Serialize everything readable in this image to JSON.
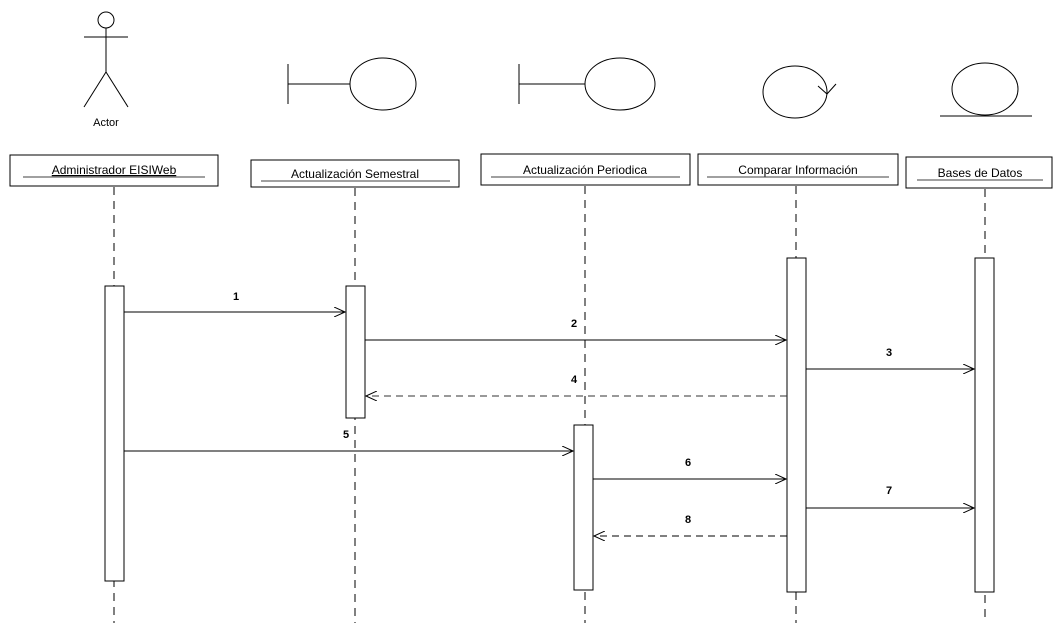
{
  "actor_caption": "Actor",
  "lifelines": [
    {
      "label": "Administrador EISIWeb",
      "stereotype": "actor-icon"
    },
    {
      "label": "Actualización Semestral",
      "stereotype": "boundary-icon"
    },
    {
      "label": "Actualización Periodica",
      "stereotype": "boundary-icon"
    },
    {
      "label": "Comparar Información",
      "stereotype": "control-icon"
    },
    {
      "label": "Bases de Datos",
      "stereotype": "entity-icon"
    }
  ],
  "messages": [
    {
      "label": "1",
      "from": 0,
      "to": 1,
      "kind": "call"
    },
    {
      "label": "2",
      "from": 1,
      "to": 3,
      "kind": "call"
    },
    {
      "label": "3",
      "from": 3,
      "to": 4,
      "kind": "call"
    },
    {
      "label": "4",
      "from": 3,
      "to": 1,
      "kind": "return"
    },
    {
      "label": "5",
      "from": 0,
      "to": 2,
      "kind": "call"
    },
    {
      "label": "6",
      "from": 2,
      "to": 3,
      "kind": "call"
    },
    {
      "label": "7",
      "from": 3,
      "to": 4,
      "kind": "call"
    },
    {
      "label": "8",
      "from": 3,
      "to": 2,
      "kind": "return"
    }
  ],
  "colors": {
    "line": "#000000",
    "return_line": "#333333",
    "background": "#ffffff"
  }
}
